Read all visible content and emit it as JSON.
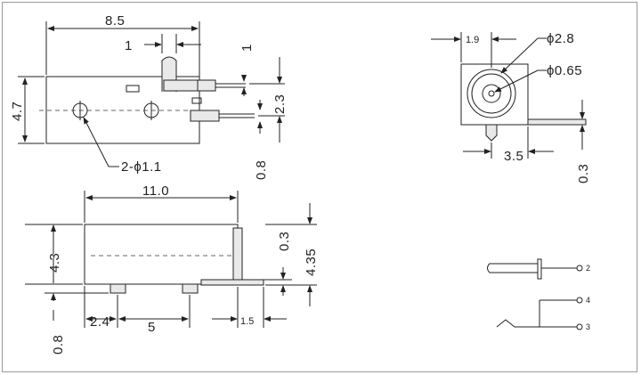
{
  "top_view": {
    "width": "8.5",
    "pin_width": "1",
    "pin_top": "1",
    "height": "4.7",
    "pin_pitch": "2.3",
    "pin_offset": "0.8",
    "holes": "2-ϕ1.1"
  },
  "side_view": {
    "width": "11.0",
    "height": "4.3",
    "total_height": "4.35",
    "lead_thickness": "0.3",
    "peg_height": "0.8",
    "peg_offset": "2.4",
    "peg_pitch": "5",
    "lead_length": "1.5"
  },
  "front_view": {
    "width": "1.9",
    "outer_diameter": "ϕ2.8",
    "inner_diameter": "ϕ0.65",
    "lead_offset": "3.5",
    "lead_thickness": "0.3"
  },
  "schematic": {
    "pin_a": "2",
    "pin_b": "4",
    "pin_c": "3"
  }
}
